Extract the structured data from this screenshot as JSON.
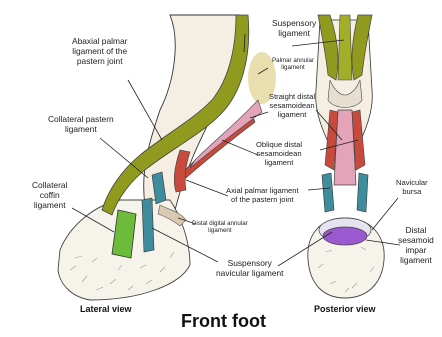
{
  "title": "Front foot",
  "views": {
    "lateral": "Lateral view",
    "posterior": "Posterior view"
  },
  "labels": {
    "abaxial": "Abaxial palmar\nligament of the\npastern joint",
    "collateral_pastern": "Collateral pastern\nligament",
    "collateral_coffin": "Collateral\ncoffin\nligament",
    "suspensory": "Suspensory\nligament",
    "palmar_annular": "Palmar annular\nligament",
    "straight_distal": "Straight distal\nsesamoidean\nligament",
    "oblique_distal": "Oblique distal\nsesamoidean\nligament",
    "axial_palmar": "Axial palmar ligament\nof the pastern joint",
    "distal_digital_annular": "Distal digital annular\nligament",
    "suspensory_navicular": "Suspensory\nnavicular ligament",
    "navicular_bursa": "Navicular\nbursa",
    "distal_sesamoid_impar": "Distal\nsesamoid\nimpar\nligament"
  },
  "colors": {
    "suspensory": "#8f9a1e",
    "annular_glow": "#e3d79a",
    "oblique": "#c74a3c",
    "straight": "#e3a3b8",
    "collateral": "#3f8c9c",
    "coffin": "#6cbb3a",
    "bursa": "#9b59d0",
    "bone": "#f4efe2",
    "outline": "#333333"
  }
}
